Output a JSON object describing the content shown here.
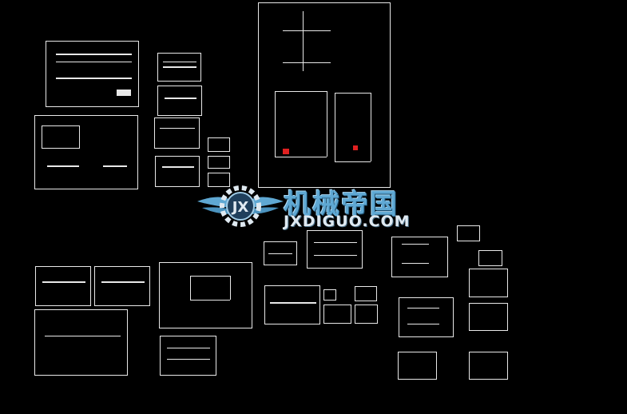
{
  "watermark": {
    "title": "机械帝国",
    "url": "JXDIGUO.COM",
    "logo_letters": "JX"
  },
  "colors": {
    "background": "#000000",
    "drawing_lines": "#e8e8e8",
    "watermark_blue": "#5fa8d3",
    "marker_red": "#e02020"
  }
}
